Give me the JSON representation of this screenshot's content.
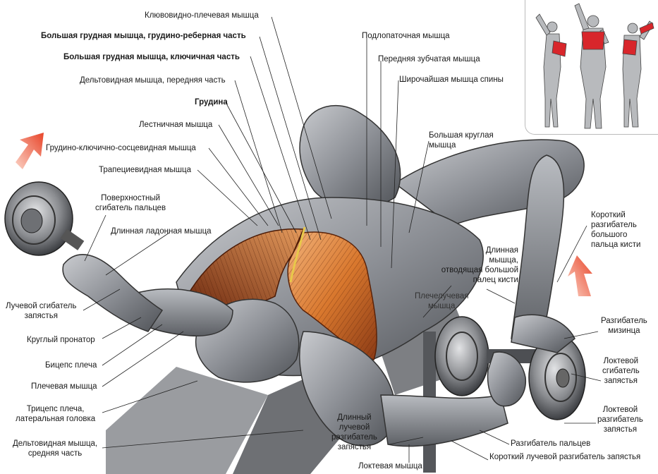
{
  "labels": {
    "klyuvovidno": "Клювовидно-плечевая мышца",
    "grudino_reb": "Большая грудная мышца, грудино-реберная часть",
    "klyuch": "Большая грудная мышца, ключичная часть",
    "delt_front": "Дельтовидная мышца, передняя часть",
    "grudina": "Грудина",
    "lestn": "Лестничная мышца",
    "gkss": "Грудино-ключично-сосцевидная мышца",
    "trap": "Трапециевидная мышца",
    "pov_sgib_1": "Поверхностный",
    "pov_sgib_2": "сгибатель пальцев",
    "dl_ladon": "Длинная ладонная мышца",
    "luch_sgib_1": "Лучевой сгибатель",
    "luch_sgib_2": "запястья",
    "krug_pron": "Круглый пронатор",
    "biceps": "Бицепс плеча",
    "plech": "Плечевая мышца",
    "triceps_1": "Трицепс плеча,",
    "triceps_2": "латеральная головка",
    "delt_mid_1": "Дельтовидная мышца,",
    "delt_mid_2": "средняя часть",
    "podlop": "Подлопаточная мышца",
    "pered_zub": "Передняя зубчатая мышца",
    "shir": "Широчайшая мышца спины",
    "bol_krug_1": "Большая круглая",
    "bol_krug_2": "мышца",
    "kor_razg_1": "Короткий",
    "kor_razg_2": "разгибатель",
    "kor_razg_3": "большого",
    "kor_razg_4": "пальца кисти",
    "dl_otv_1": "Длинная",
    "dl_otv_2": "мышца,",
    "dl_otv_3": "отводящая большой",
    "dl_otv_4": "палец кисти",
    "plechelu_1": "Плечелучевая",
    "plechelu_2": "мышца",
    "razg_miz_1": "Разгибатель",
    "razg_miz_2": "мизинца",
    "lokt_sgib_1": "Локтевой",
    "lokt_sgib_2": "сгибатель",
    "lokt_sgib_3": "запястья",
    "lokt_razg_1": "Локтевой",
    "lokt_razg_2": "разгибатель",
    "lokt_razg_3": "запястья",
    "dl_luch_1": "Длинный",
    "dl_luch_2": "лучевой",
    "dl_luch_3": "разгибатель",
    "dl_luch_4": "запястья",
    "razg_palc": "Разгибатель пальцев",
    "kor_luch": "Короткий лучевой разгибатель запястья",
    "lokt_mysh": "Локтевая мышца"
  },
  "colors": {
    "muscle_grey": "#8d9096",
    "muscle_dark": "#4a4d52",
    "pectoral_orange": "#d9782e",
    "pectoral_dark": "#7a2e12",
    "arrow_red": "#e8452a",
    "inset_red": "#d8262b"
  }
}
